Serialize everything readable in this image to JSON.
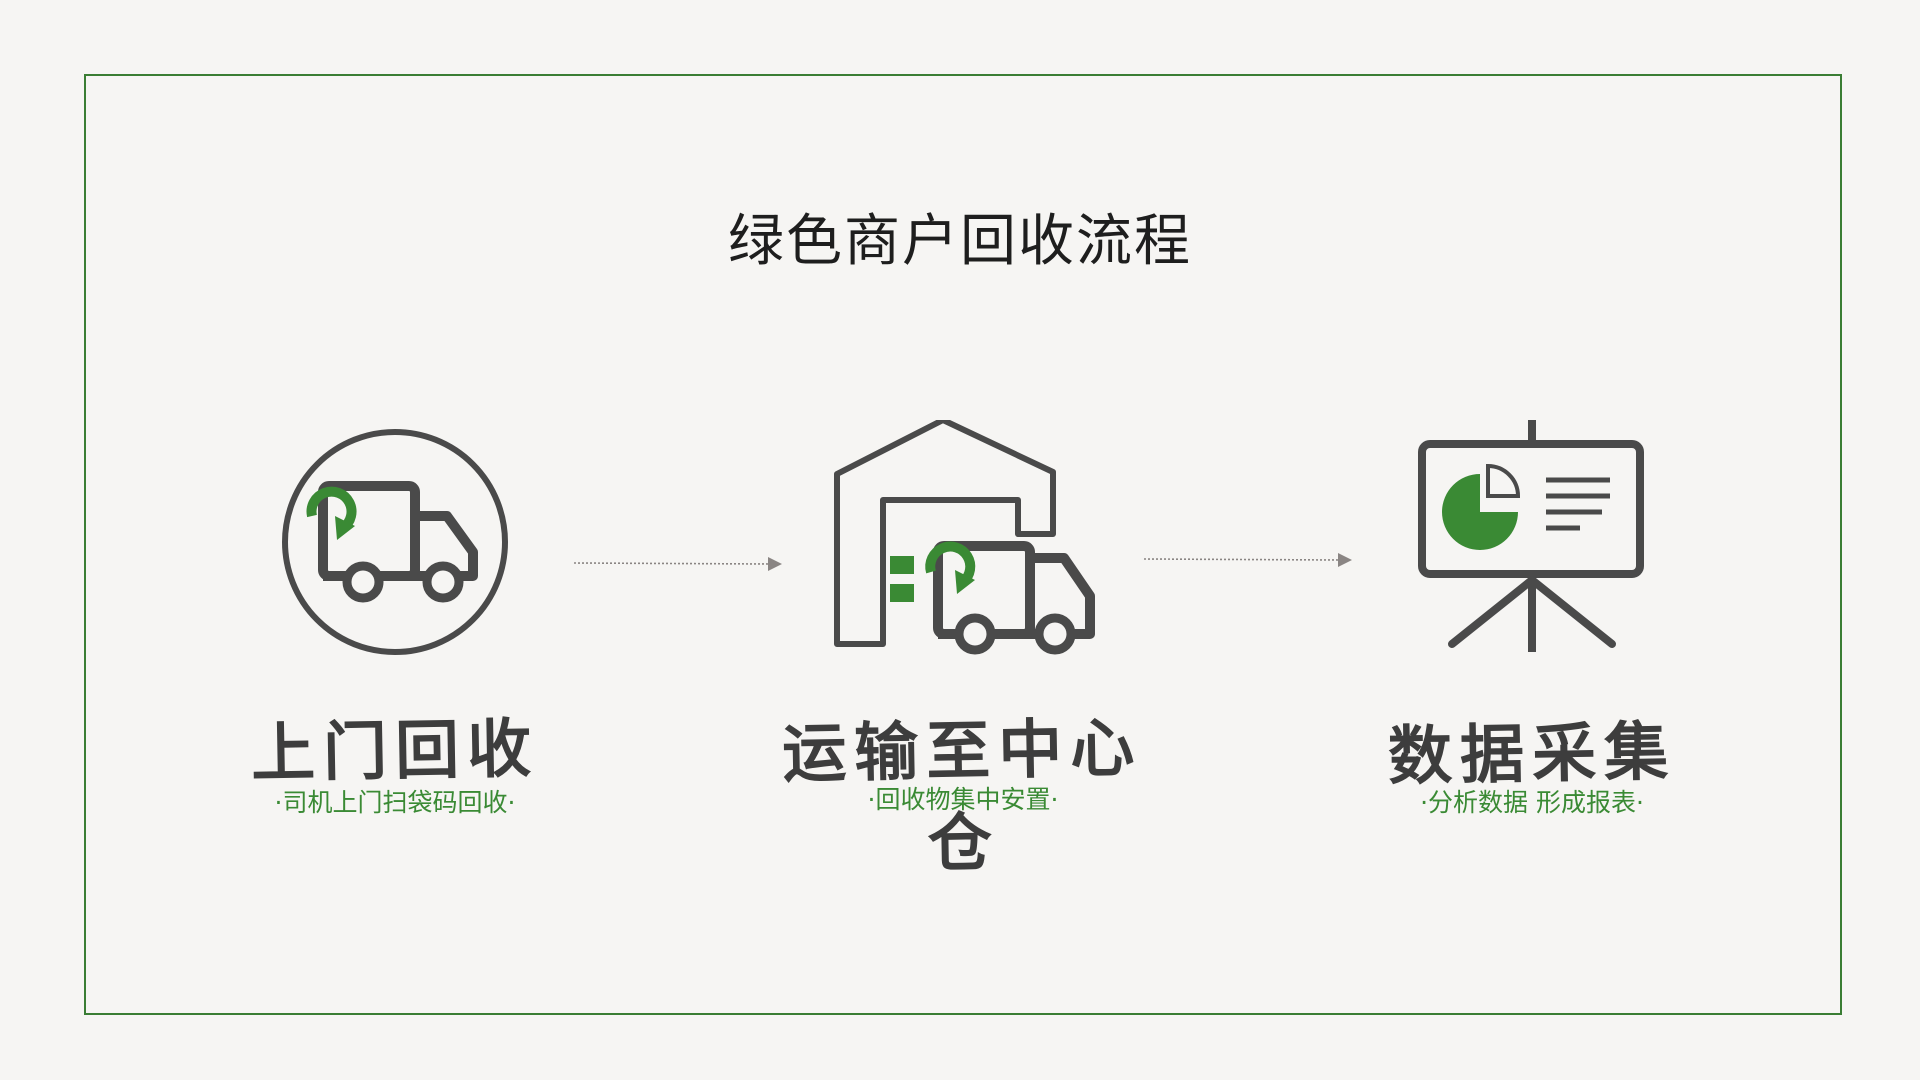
{
  "diagram": {
    "title": "绿色商户回收流程",
    "steps": [
      {
        "label": "上门回收",
        "subtitle": "·司机上门扫袋码回收·",
        "icon": "truck-circle-icon"
      },
      {
        "label": "运输至中心仓",
        "subtitle": "·回收物集中安置·",
        "icon": "warehouse-truck-icon"
      },
      {
        "label": "数据采集",
        "subtitle": "·分析数据 形成报表·",
        "icon": "presentation-board-icon"
      }
    ],
    "colors": {
      "accent": "#3a8a34",
      "frame": "#3a7d34",
      "icon_stroke": "#4a4a4a",
      "arrow": "#8a8583",
      "background": "#f6f5f3"
    }
  }
}
